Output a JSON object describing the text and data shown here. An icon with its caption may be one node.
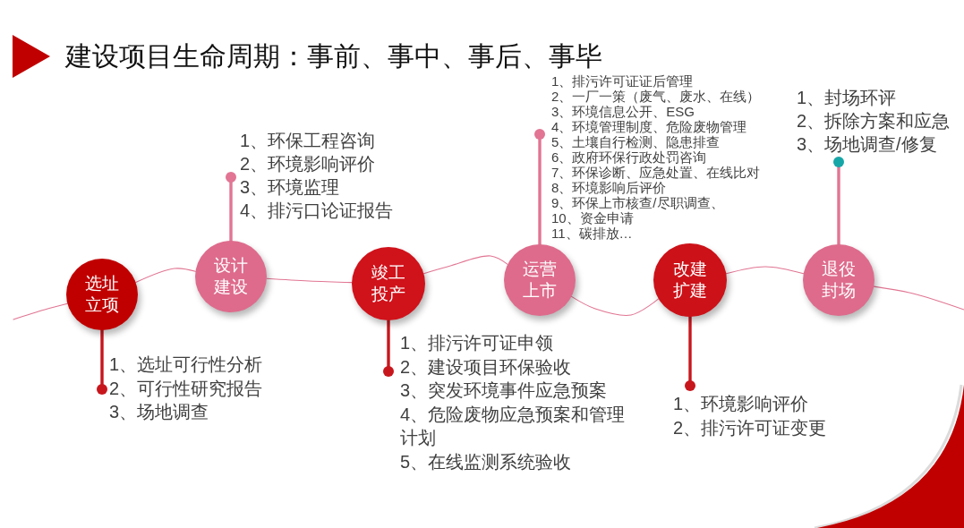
{
  "diagram": {
    "title": "建设项目生命周期：事前、事中、事后、事毕",
    "nodes": [
      {
        "text": [
          "选址立项"
        ]
      },
      {
        "text": [
          "设计建设"
        ]
      },
      {
        "text": [
          "竣工投产"
        ]
      },
      {
        "text": [
          "运营上市"
        ]
      },
      {
        "text": [
          "改建扩建"
        ]
      },
      {
        "text": [
          "退役封场"
        ]
      },
      {
        "text": [
          "1、选址可行性分析",
          "2、可行性研究报告",
          "3、场地调查"
        ]
      },
      {
        "text": [
          "1、环保工程咨询",
          "2、环境影响评价",
          "3、环境监理",
          "4、排污口论证报告"
        ]
      },
      {
        "text": [
          "1、排污许可证申领",
          "2、建设项目环保验收",
          "3、突发环境事件应急预案",
          "4、危险废物应急预案和管理计划",
          "5、在线监测系统验收"
        ]
      },
      {
        "text": [
          "1、排污许可证证后管理",
          "2、一厂一策（废气、废水、在线）",
          "3、环境信息公开、ESG",
          "4、环境管理制度、危险废物管理",
          "5、土壤自行检测、隐患排查",
          "6、政府环保行政处罚咨询",
          "7、环保诊断、应急处置、在线比对",
          "8、环境影响后评价",
          "9、环保上市核查/尽职调查、",
          "10、资金申请",
          "11、碳排放…"
        ]
      },
      {
        "text": [
          "1、环境影响评价",
          "2、排污许可证变更"
        ]
      },
      {
        "text": [
          "1、封场环评",
          "2、拆除方案和应急",
          "3、场地调查/修复"
        ]
      }
    ],
    "edges": [
      {
        "from": null,
        "to": 0,
        "arrow": "none"
      },
      {
        "from": 0,
        "to": 1,
        "arrow": "none"
      },
      {
        "from": 1,
        "to": 2,
        "arrow": "none"
      },
      {
        "from": 2,
        "to": 3,
        "arrow": "none"
      },
      {
        "from": 3,
        "to": 4,
        "arrow": "none"
      },
      {
        "from": 4,
        "to": 5,
        "arrow": "none"
      },
      {
        "from": 5,
        "to": null,
        "arrow": "none"
      },
      {
        "from": 0,
        "to": 6,
        "arrow": "other",
        "style": "thick",
        "color": "#c8161d"
      },
      {
        "from": 1,
        "to": 7,
        "arrow": "other",
        "style": "thick"
      },
      {
        "from": 2,
        "to": 8,
        "arrow": "other",
        "style": "thick",
        "color": "#c8161d"
      },
      {
        "from": 3,
        "to": 9,
        "arrow": "other",
        "style": "thick"
      },
      {
        "from": 4,
        "to": 10,
        "arrow": "other",
        "style": "thick",
        "color": "#c8161d"
      },
      {
        "from": 5,
        "to": 11,
        "arrow": "other",
        "style": "thick"
      }
    ]
  }
}
